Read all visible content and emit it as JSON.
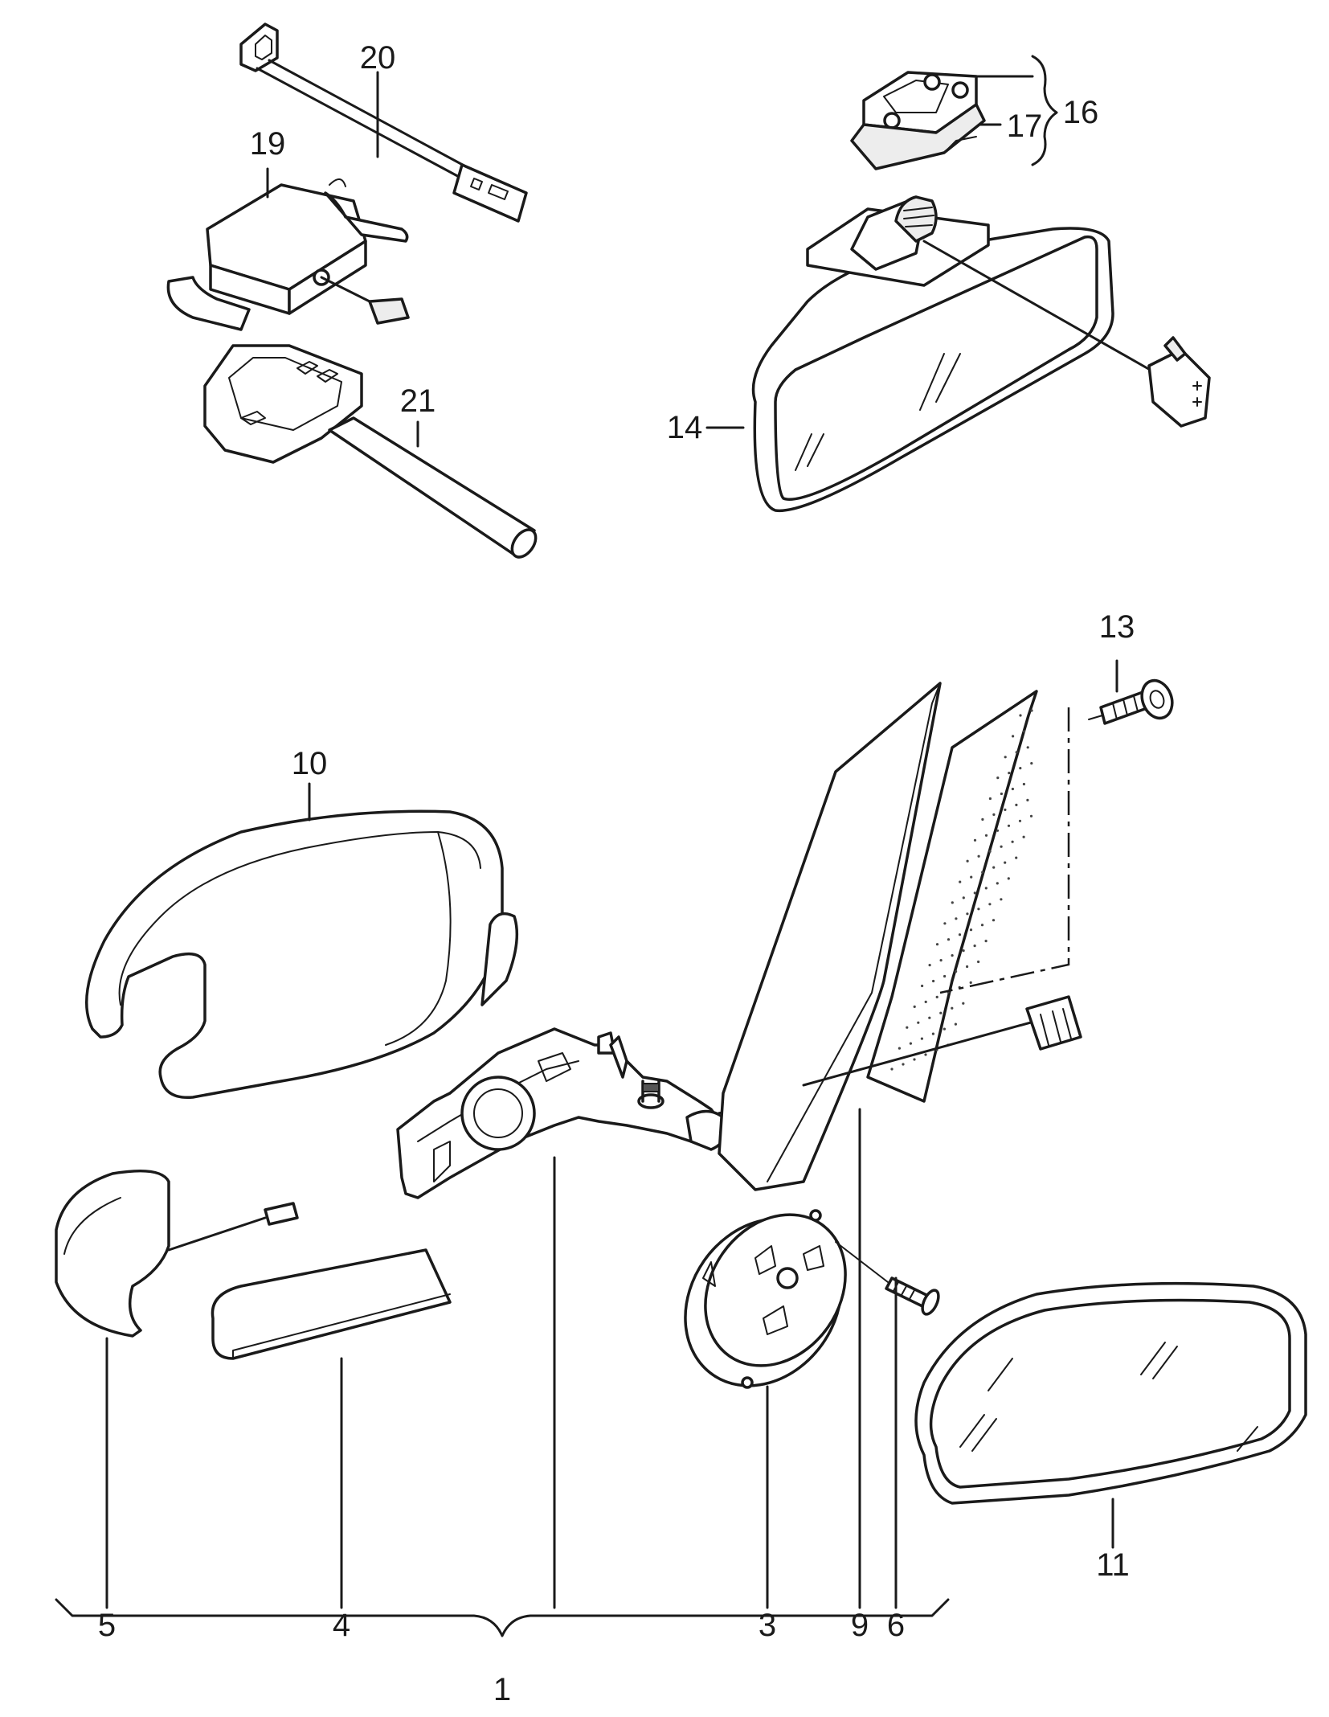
{
  "diagram": {
    "callouts": [
      {
        "id": "1",
        "text": "1"
      },
      {
        "id": "3",
        "text": "3"
      },
      {
        "id": "4",
        "text": "4"
      },
      {
        "id": "5",
        "text": "5"
      },
      {
        "id": "6",
        "text": "6"
      },
      {
        "id": "9",
        "text": "9"
      },
      {
        "id": "10",
        "text": "10"
      },
      {
        "id": "11",
        "text": "11"
      },
      {
        "id": "13",
        "text": "13"
      },
      {
        "id": "14",
        "text": "14"
      },
      {
        "id": "16",
        "text": "16"
      },
      {
        "id": "17",
        "text": "17"
      },
      {
        "id": "19",
        "text": "19"
      },
      {
        "id": "20",
        "text": "20"
      },
      {
        "id": "21",
        "text": "21"
      }
    ]
  }
}
